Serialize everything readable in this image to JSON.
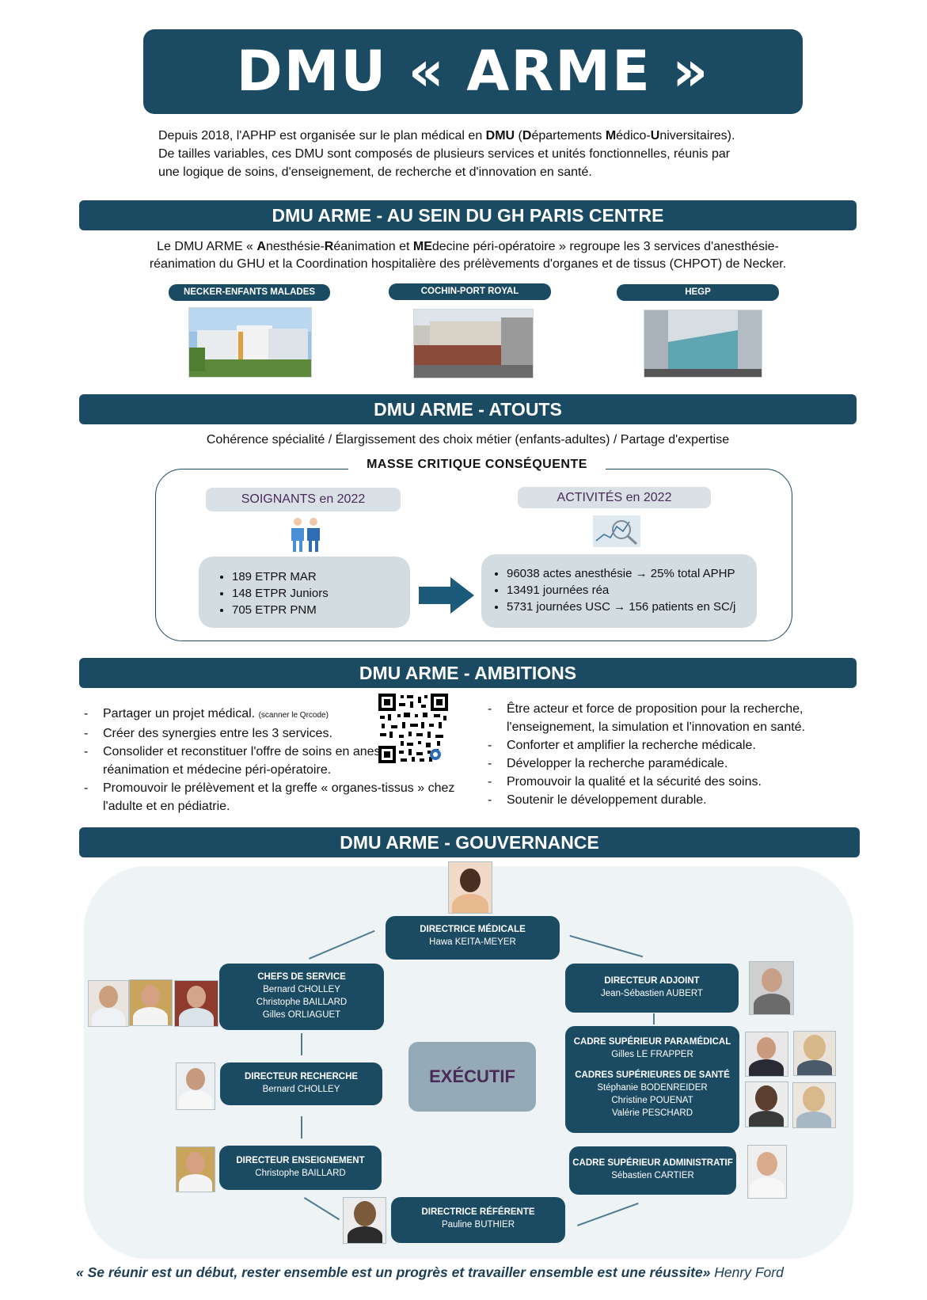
{
  "header": {
    "title": "DMU « ARME »"
  },
  "intro": {
    "line1_a": "Depuis 2018, l'APHP est organisée sur le plan médical en ",
    "line1_b": "DMU",
    "line1_c": " (",
    "line1_d": "D",
    "line1_e": "épartements ",
    "line1_f": "M",
    "line1_g": "édico-",
    "line1_h": "U",
    "line1_i": "niversitaires).",
    "line2": "De tailles variables, ces DMU sont composés de plusieurs services et unités fonctionnelles, réunis par",
    "line3": "une logique de soins, d'enseignement, de recherche et d'innovation en santé."
  },
  "section_gh": {
    "title": "DMU ARME - AU SEIN DU GH PARIS CENTRE",
    "text_a": "Le DMU ARME « ",
    "text_b": "A",
    "text_c": "nesthésie-",
    "text_d": "R",
    "text_e": "éanimation et ",
    "text_f": "ME",
    "text_g": "decine péri-opératoire » regroupe les 3 services d'anesthésie-",
    "text_line2": "réanimation du GHU et la Coordination hospitalière des prélèvements d'organes et de tissus (CHPOT) de Necker.",
    "sites": [
      "NECKER-ENFANTS MALADES",
      "COCHIN-PORT ROYAL",
      "HEGP"
    ]
  },
  "section_atouts": {
    "title": "DMU ARME  - ATOUTS",
    "subtitle": "Cohérence spécialité / Élargissement des choix métier (enfants-adultes) / Partage d'expertise",
    "mass_title": "MASSE CRITIQUE CONSÉQUENTE",
    "soignants_label": "SOIGNANTS en 2022",
    "activites_label": "ACTIVITÉS en 2022",
    "soignants": [
      "189 ETPR MAR",
      "148 ETPR Juniors",
      "705 ETPR PNM"
    ],
    "activites": [
      "96038 actes anesthésie → 25% total APHP",
      "13491 journées réa",
      "5731 journées USC → 156 patients en SC/j"
    ]
  },
  "section_ambitions": {
    "title": "DMU ARME - AMBITIONS",
    "left_items": [
      "Partager un projet médical.",
      "Créer des synergies entre les 3 services.",
      "Consolider et reconstituer l'offre de soins en anesthésie-réanimation et médecine péri-opératoire.",
      "Promouvoir le prélèvement et la greffe « organes-tissus » chez l'adulte et en pédiatrie."
    ],
    "qr_note": "(scanner le Qrcode)",
    "right_items": [
      "Être acteur et force de proposition pour la recherche, l'enseignement, la simulation et l'innovation en santé.",
      "Conforter et amplifier la recherche médicale.",
      "Développer la recherche paramédicale.",
      "Promouvoir la qualité et la sécurité des soins.",
      "Soutenir le développement durable."
    ]
  },
  "section_gouvernance": {
    "title": "DMU ARME - GOUVERNANCE",
    "executif": "EXÉCUTIF",
    "directrice_medicale": {
      "title": "DIRECTRICE MÉDICALE",
      "name": "Hawa KEITA-MEYER"
    },
    "chefs_service": {
      "title": "CHEFS DE SERVICE",
      "names": [
        "Bernard CHOLLEY",
        "Christophe BAILLARD",
        "Gilles ORLIAGUET"
      ]
    },
    "directeur_recherche": {
      "title": "DIRECTEUR RECHERCHE",
      "name": "Bernard CHOLLEY"
    },
    "directeur_enseignement": {
      "title": "DIRECTEUR ENSEIGNEMENT",
      "name": "Christophe BAILLARD"
    },
    "directrice_referente": {
      "title": "DIRECTRICE RÉFÉRENTE",
      "name": "Pauline BUTHIER"
    },
    "directeur_adjoint": {
      "title": "DIRECTEUR ADJOINT",
      "name": "Jean-Sébastien AUBERT"
    },
    "cadre_paramedical": {
      "title": "CADRE SUPÉRIEUR PARAMÉDICAL",
      "name": "Gilles LE FRAPPER"
    },
    "cadres_sante": {
      "title": "CADRES SUPÉRIEURES DE SANTÉ",
      "names": [
        "Stéphanie BODENREIDER",
        "Christine POUENAT",
        "Valérie PESCHARD"
      ]
    },
    "cadre_administratif": {
      "title": "CADRE SUPÉRIEUR ADMINISTRATIF",
      "name": "Sébastien CARTIER"
    }
  },
  "quote": {
    "text": "« Se réunir est un début, rester ensemble est un progrès et travailler ensemble est une réussite»",
    "author": " Henry Ford"
  },
  "colors": {
    "navy": "#1b4a63",
    "light_gray": "#d9e1e6",
    "gov_bg": "#eef3f6",
    "purple_text": "#4a2a58"
  }
}
